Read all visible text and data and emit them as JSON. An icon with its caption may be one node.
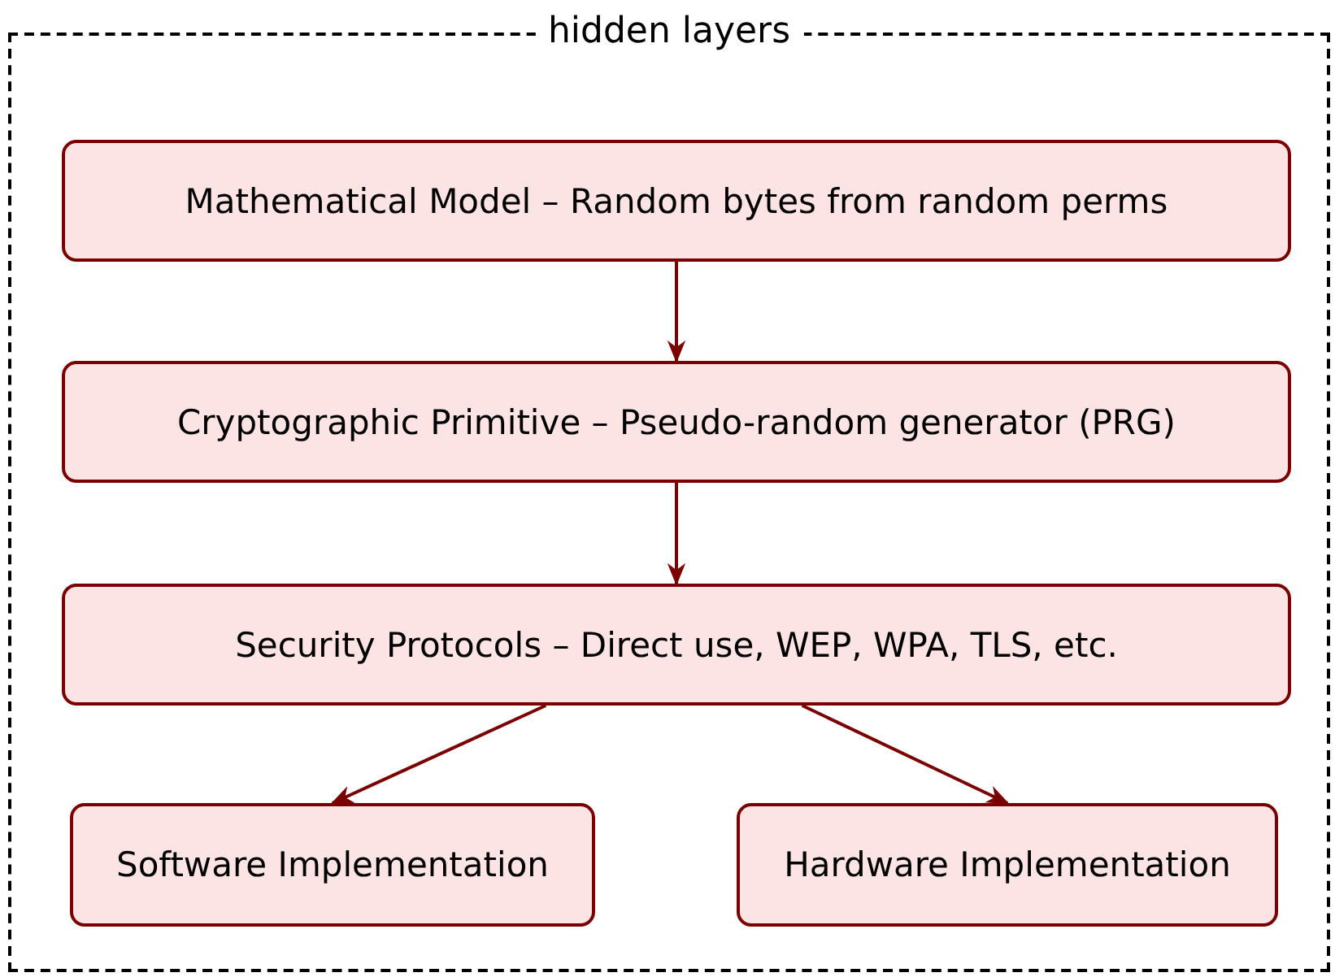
{
  "diagram": {
    "nodes": [
      {
        "text": [
          "hidden layers"
        ]
      },
      {
        "text": [
          "Mathematical Model – Random bytes from random perms"
        ],
        "in": 0
      },
      {
        "text": [
          "Cryptographic Primitive – Pseudo-random generator (PRG)"
        ],
        "in": 0
      },
      {
        "text": [
          "Security Protocols – Direct use, WEP, WPA, TLS, etc."
        ],
        "in": 0
      },
      {
        "text": [
          "Software Implementation"
        ],
        "in": 0
      },
      {
        "text": [
          "Hardware Implementation"
        ],
        "in": 0
      }
    ],
    "edges": [
      {
        "from": 1,
        "to": 2,
        "arrow": "to"
      },
      {
        "from": 2,
        "to": 3,
        "arrow": "to"
      },
      {
        "from": 3,
        "to": 4,
        "arrow": "to"
      },
      {
        "from": 3,
        "to": 5,
        "arrow": "to"
      }
    ]
  }
}
